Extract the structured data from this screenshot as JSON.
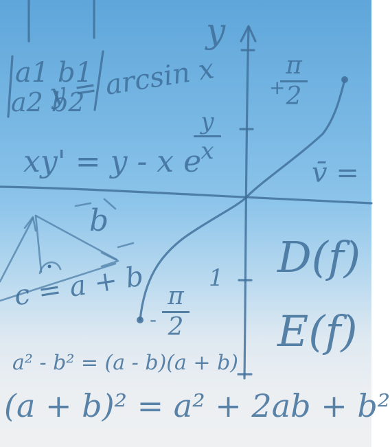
{
  "formulas": {
    "matrix_row1": "a1 b1",
    "matrix_row2": "a2 b2",
    "arcsin": "y = arcsin x",
    "diff_eq_left": "xy' = y - x e",
    "diff_eq_exp_num": "y",
    "diff_eq_exp_den": "x",
    "vector_b": "b",
    "vector_c": "c = a + b",
    "diff_squares": "a² - b² = (a - b)(a + b)",
    "square_sum": "(a + b)² = a² + 2ab + b²"
  },
  "axes": {
    "y_label": "y",
    "tick_one": "1",
    "pi": "π",
    "two": "2",
    "plus": "+",
    "minus": "-"
  },
  "side_notes": {
    "v_eq": "v̄ = ",
    "domain": "D(f)",
    "range": "E(f)"
  },
  "colors": {
    "ink": "#3f6f9a",
    "background_top": "#5fa6da",
    "background_bottom": "#eef0f1"
  }
}
